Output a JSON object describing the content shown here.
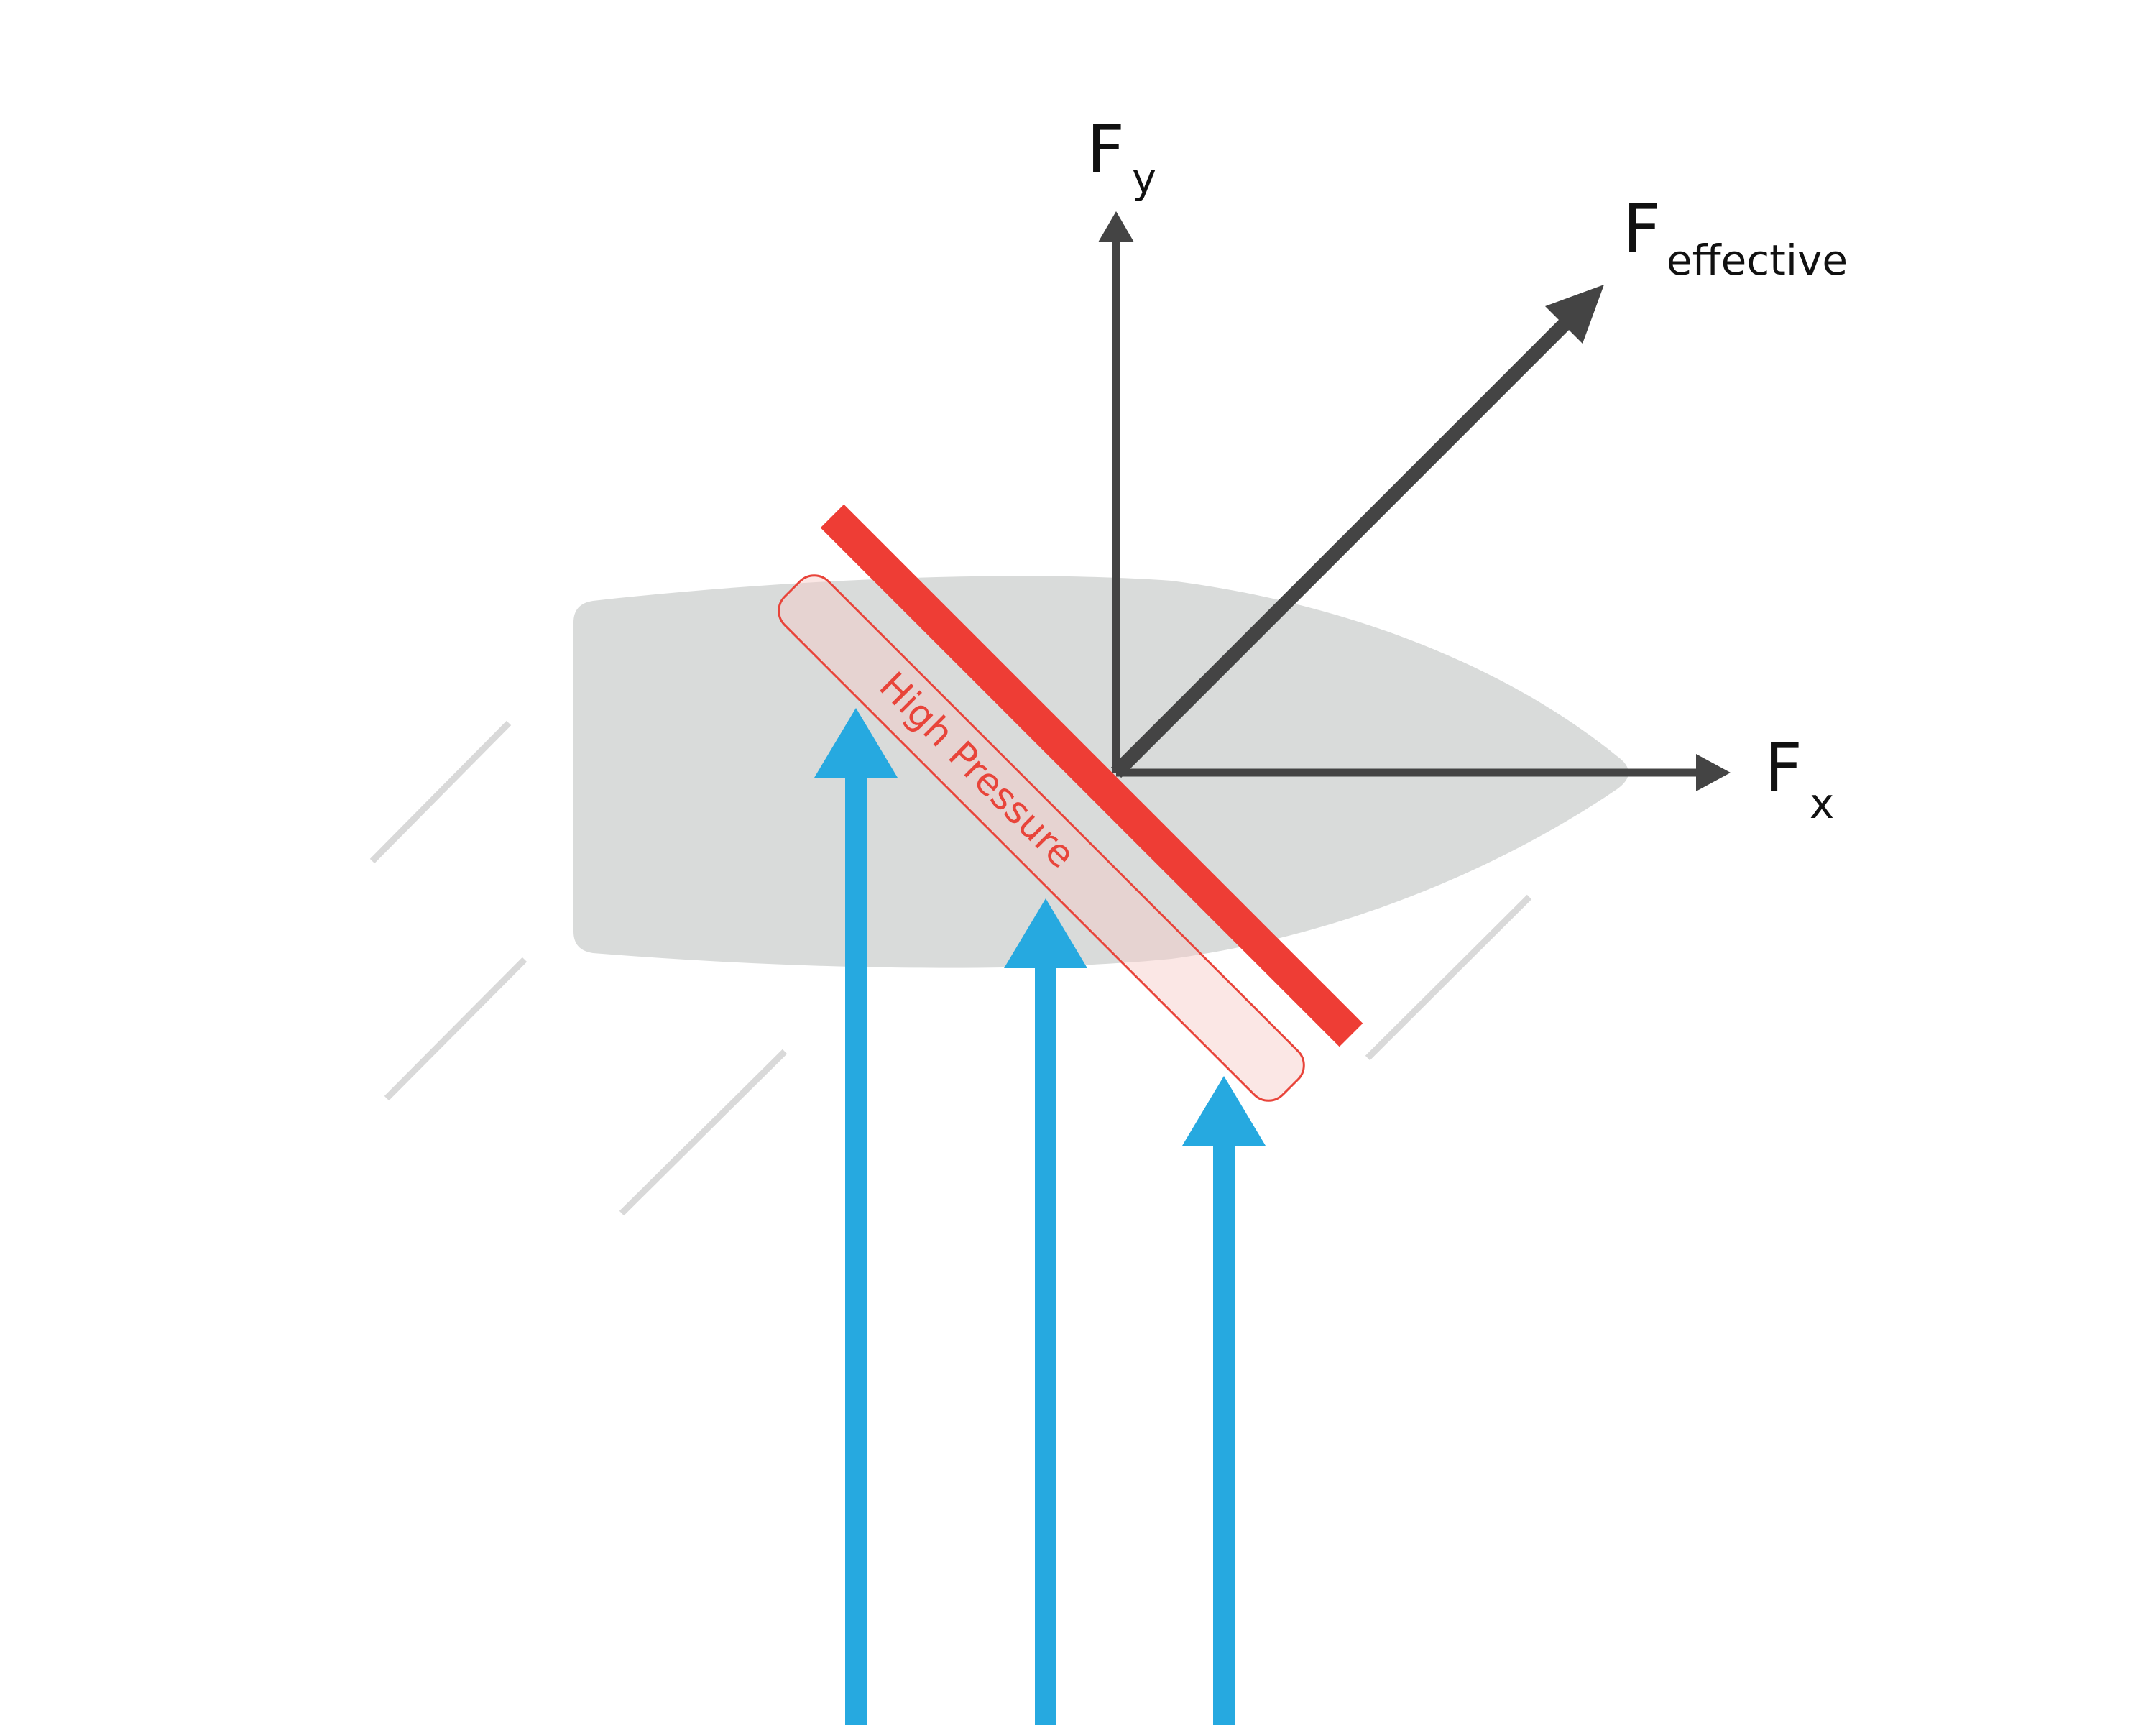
{
  "colors": {
    "hull": "#d9dbda",
    "wake_lines": "#d9d9d9",
    "sail": "#ee3d35",
    "high_pressure_fill": "#f7c9c6",
    "high_pressure_stroke": "#e8443a",
    "wind_arrows": "#26a9e0",
    "force_arrows": "#444444"
  },
  "labels": {
    "fy": {
      "main": "F",
      "sub": "y"
    },
    "fx": {
      "main": "F",
      "sub": "x"
    },
    "f_effective": {
      "main": "F",
      "sub": "effective"
    },
    "high_pressure": "High Pressure"
  }
}
